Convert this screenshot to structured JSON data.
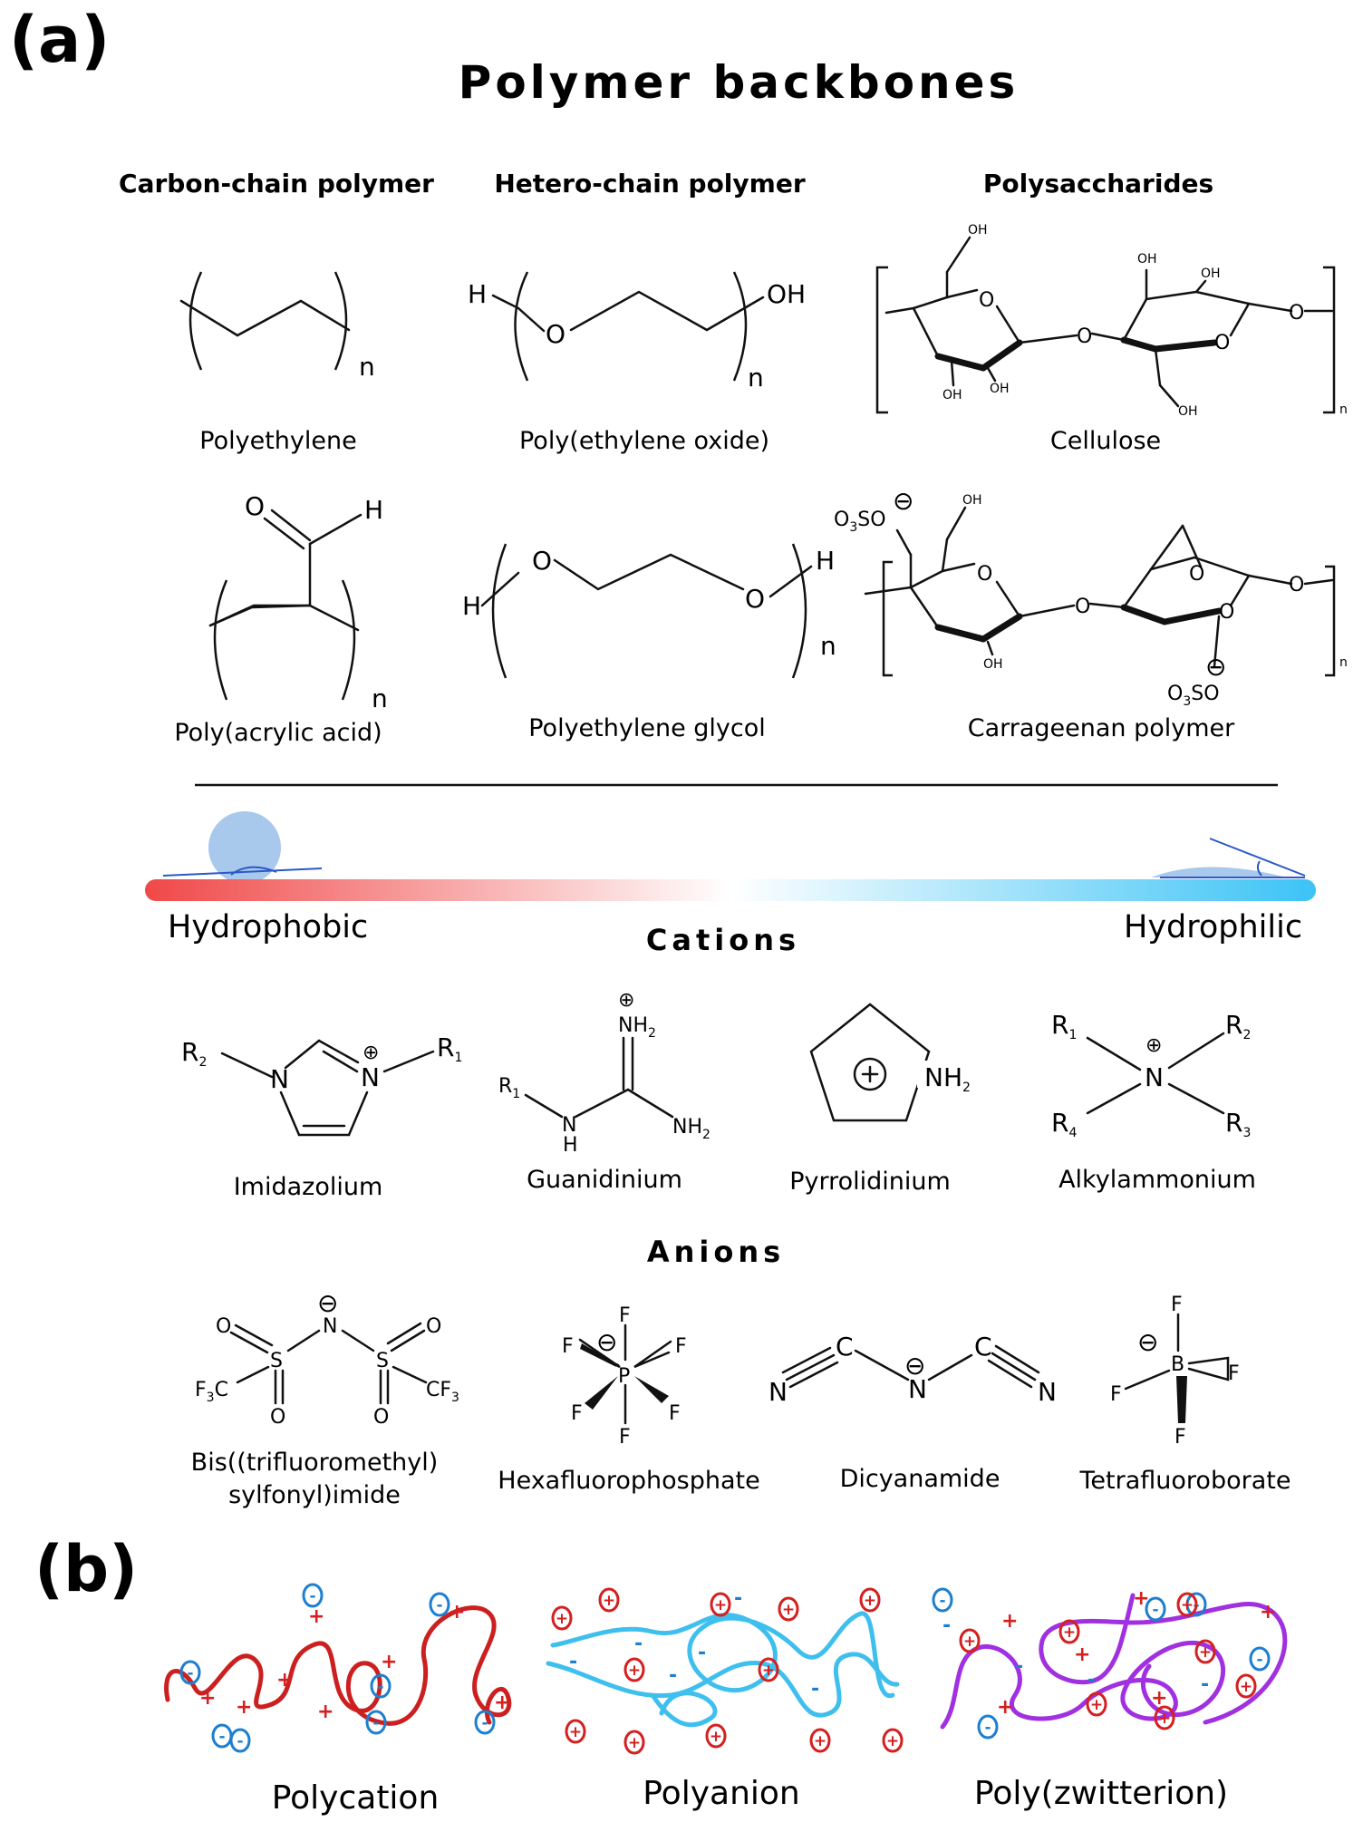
{
  "panels": {
    "a": "(a)",
    "b": "(b)"
  },
  "backbones": {
    "title": "Polymer backbones",
    "columns": [
      "Carbon-chain polymer",
      "Hetero-chain polymer",
      "Polysaccharides"
    ],
    "names": [
      "Polyethylene",
      "Poly(ethylene oxide)",
      "Cellulose",
      "Poly(acrylic acid)",
      "Polyethylene glycol",
      "Carrageenan polymer"
    ]
  },
  "scale": {
    "left": "Hydrophobic",
    "right": "Hydrophilic",
    "left_color": "#f04848",
    "right_color": "#3cc3f5"
  },
  "cations": {
    "title": "Cations",
    "names": [
      "Imidazolium",
      "Guanidinium",
      "Pyrrolidinium",
      "Alkylammonium"
    ]
  },
  "anions": {
    "title": "Anions",
    "names": [
      "Bis((trifluoromethyl)",
      "sylfonyl)imide",
      "Hexafluorophosphate",
      "Dicyanamide",
      "Tetrafluoroborate"
    ]
  },
  "polyelectrolytes": {
    "labels": [
      "Polycation",
      "Polyanion",
      "Poly(zwitterion)"
    ],
    "colors": {
      "polycation": "#cc1f1f",
      "polyanion": "#3fbfee",
      "zwitterion": "#a030e0",
      "positive_ion": "#d42020",
      "negative_ion": "#1d7fd0"
    }
  },
  "atoms": {
    "O": "O",
    "H": "H",
    "OH": "OH",
    "n": "n",
    "N": "N",
    "C": "C",
    "S": "S",
    "P": "P",
    "B": "B",
    "F": "F",
    "R": "R",
    "NH": "NH",
    "plus": "+",
    "minus": "-",
    "plus_circle": "⊕",
    "minus_circle": "⊖"
  }
}
